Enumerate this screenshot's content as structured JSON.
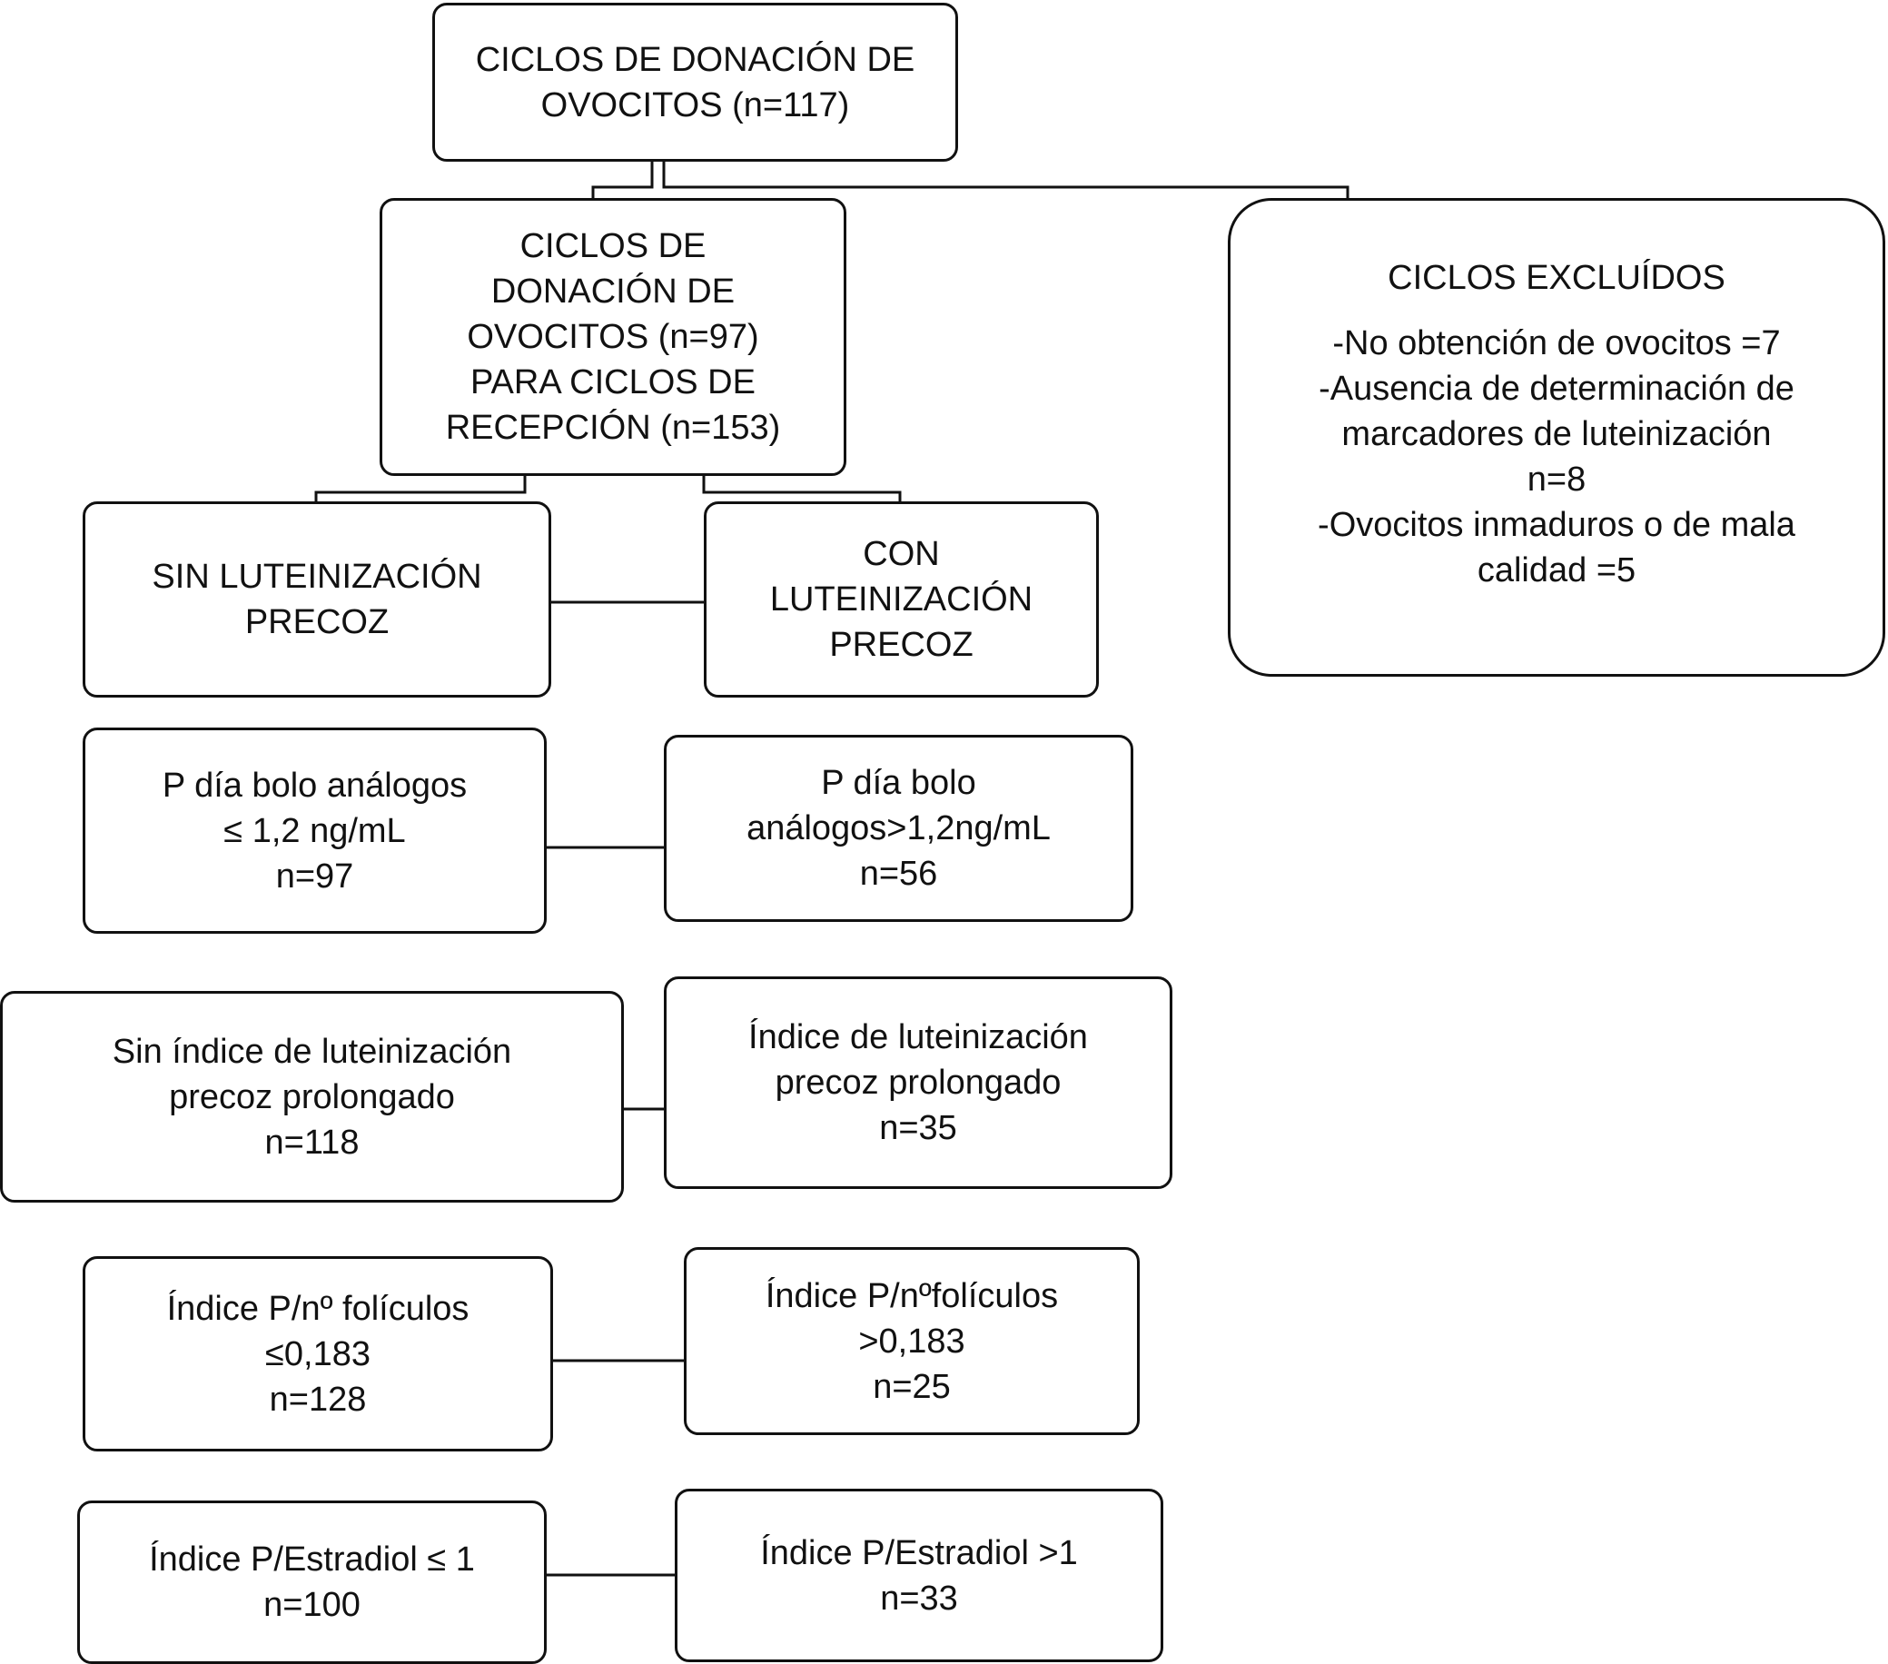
{
  "root": {
    "lines": [
      "CICLOS DE DONACIÓN DE",
      "OVOCITOS (n=117)"
    ]
  },
  "included": {
    "lines": [
      "CICLOS DE",
      "DONACIÓN DE",
      "OVOCITOS (n=97)",
      "PARA CICLOS DE",
      "RECEPCIÓN (n=153)"
    ]
  },
  "excluded": {
    "title": "CICLOS EXCLUÍDOS",
    "lines": [
      "-No obtención de ovocitos =7",
      "-Ausencia de determinación de",
      "marcadores de luteinización",
      "n=8",
      "-Ovocitos inmaduros o de mala",
      "calidad =5"
    ]
  },
  "rows": [
    {
      "left": {
        "lines": [
          "SIN LUTEINIZACIÓN",
          "PRECOZ"
        ]
      },
      "right": {
        "lines": [
          "CON",
          "LUTEINIZACIÓN",
          "PRECOZ"
        ]
      }
    },
    {
      "left": {
        "lines": [
          "P día bolo análogos",
          "≤ 1,2 ng/mL",
          "n=97"
        ]
      },
      "right": {
        "lines": [
          "P día bolo",
          "análogos>1,2ng/mL",
          "n=56"
        ]
      }
    },
    {
      "left": {
        "lines": [
          "Sin índice de luteinización",
          "precoz prolongado",
          "n=118"
        ]
      },
      "right": {
        "lines": [
          "Índice de luteinización",
          "precoz prolongado",
          "n=35"
        ]
      }
    },
    {
      "left": {
        "lines": [
          "Índice P/nº folículos",
          "≤0,183",
          "n=128"
        ]
      },
      "right": {
        "lines": [
          "Índice P/nºfolículos",
          ">0,183",
          "n=25"
        ]
      }
    },
    {
      "left": {
        "lines": [
          "Índice P/Estradiol ≤ 1",
          "n=100"
        ]
      },
      "right": {
        "lines": [
          "Índice P/Estradiol >1",
          "n=33"
        ]
      }
    }
  ]
}
